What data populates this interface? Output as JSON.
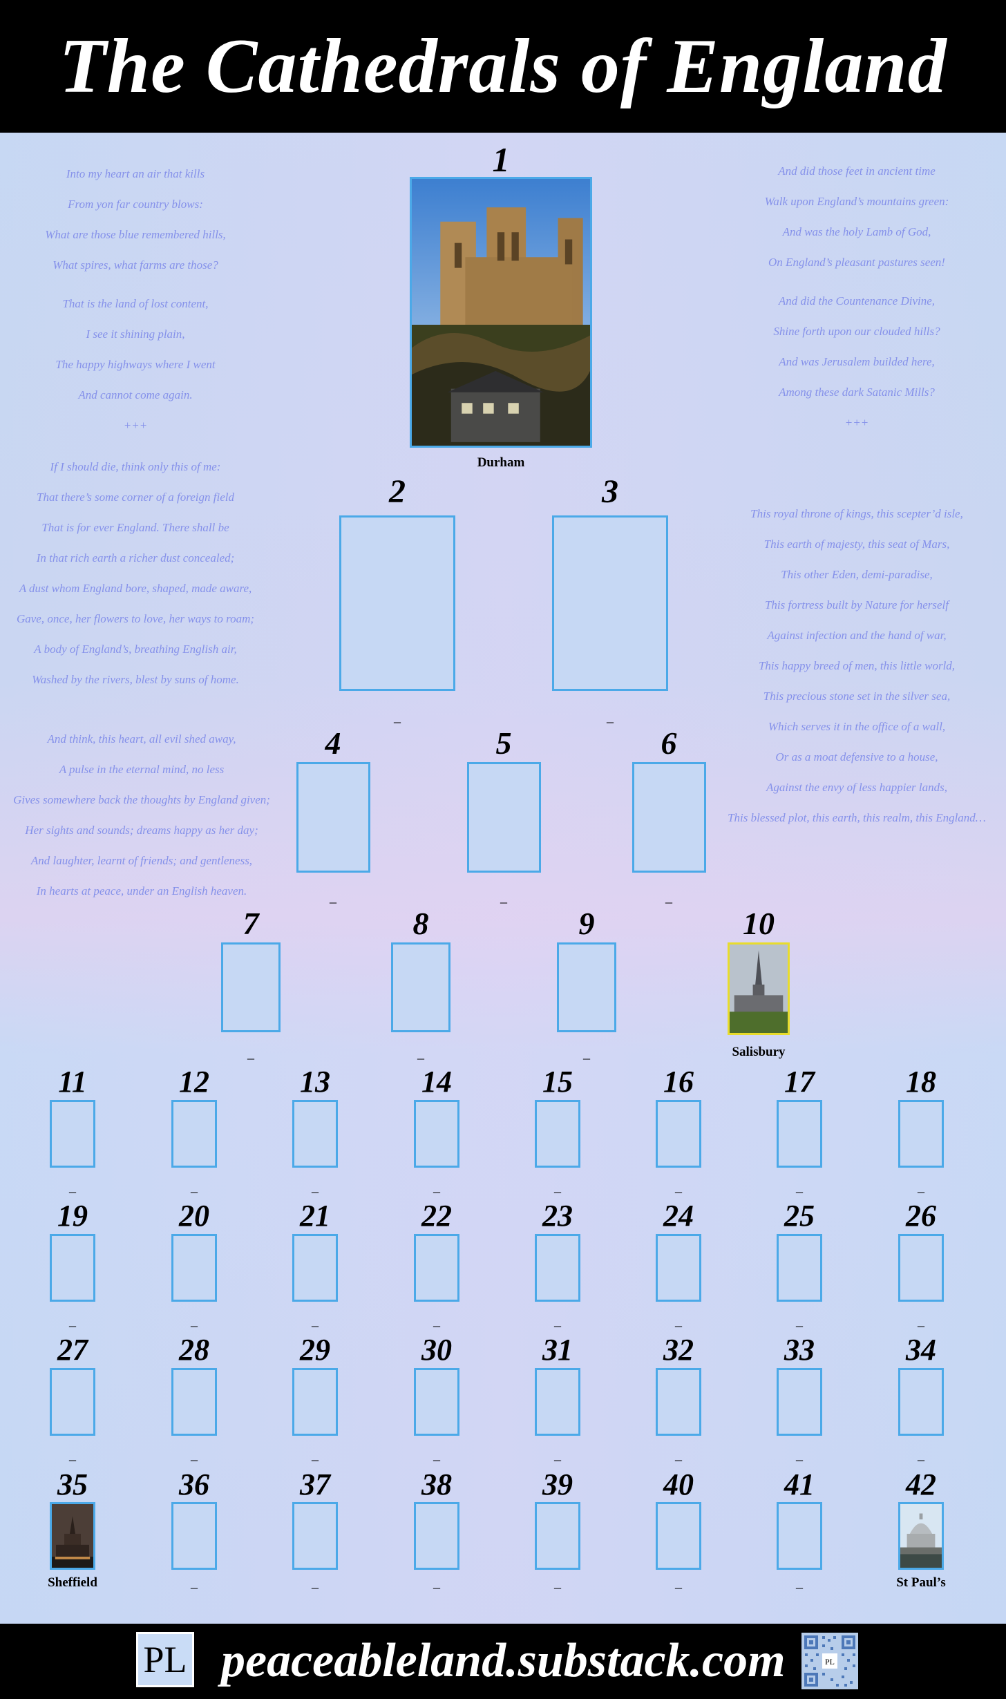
{
  "title": "The Cathedrals of England",
  "footer": {
    "logo_text": "PL",
    "url": "peaceableland.substack.com",
    "qr_label": "PL"
  },
  "poems": {
    "left_top": [
      "Into my heart an air that kills",
      "From yon far country blows:",
      "What are those blue remembered hills,",
      "What spires, what farms are those?"
    ],
    "left_mid": [
      "That is the land of lost content,",
      "I see it shining plain,",
      "The happy highways where I went",
      "And cannot come again.",
      "+++"
    ],
    "left_soldier": [
      "If I should die, think only this of me:",
      "That there’s some corner of a foreign field",
      "That is for ever England. There shall be",
      "In that rich earth a richer dust concealed;",
      "A dust whom England bore, shaped, made aware,",
      "Gave, once, her flowers to love, her ways to roam;",
      "A body of England’s, breathing English air,",
      "Washed by the rivers, blest by suns of home."
    ],
    "left_bottom": [
      "And think, this heart, all evil shed away,",
      "A pulse in the eternal mind, no less",
      "Gives somewhere back the thoughts by England given;",
      "Her sights and sounds; dreams happy as her day;",
      "And laughter, learnt of friends; and gentleness,",
      "In hearts at peace, under an English heaven."
    ],
    "right_top": [
      "And did those feet in ancient time",
      "Walk upon England’s mountains green:",
      "And was the holy Lamb of God,",
      "On England’s pleasant pastures seen!"
    ],
    "right_mid": [
      "And did the Countenance Divine,",
      "Shine forth upon our clouded hills?",
      "And was Jerusalem builded here,",
      "Among these dark Satanic Mills?",
      "+++"
    ],
    "right_bottom": [
      "This royal throne of kings, this scepter’d isle,",
      "This earth of majesty, this seat of Mars,",
      "This other Eden, demi-paradise,",
      "This fortress built by Nature for herself",
      "Against infection and the hand of war,",
      "This happy breed of men, this little world,",
      "This precious stone set in the silver sea,",
      "Which serves it in the office of a wall,",
      "Or as a moat defensive to a house,",
      "Against the envy of less happier lands,",
      "This blessed plot, this earth, this realm, this England…"
    ]
  },
  "slots": [
    {
      "number": "1",
      "caption": "Durham",
      "image": "durham-cathedral"
    },
    {
      "number": "2",
      "caption": "_"
    },
    {
      "number": "3",
      "caption": "_"
    },
    {
      "number": "4",
      "caption": "_"
    },
    {
      "number": "5",
      "caption": "_"
    },
    {
      "number": "6",
      "caption": "_"
    },
    {
      "number": "7",
      "caption": "_"
    },
    {
      "number": "8",
      "caption": "_"
    },
    {
      "number": "9",
      "caption": "_"
    },
    {
      "number": "10",
      "caption": "Salisbury",
      "image": "salisbury-cathedral"
    },
    {
      "number": "11",
      "caption": "_"
    },
    {
      "number": "12",
      "caption": "_"
    },
    {
      "number": "13",
      "caption": "_"
    },
    {
      "number": "14",
      "caption": "_"
    },
    {
      "number": "15",
      "caption": "_"
    },
    {
      "number": "16",
      "caption": "_"
    },
    {
      "number": "17",
      "caption": "_"
    },
    {
      "number": "18",
      "caption": "_"
    },
    {
      "number": "19",
      "caption": "_"
    },
    {
      "number": "20",
      "caption": "_"
    },
    {
      "number": "21",
      "caption": "_"
    },
    {
      "number": "22",
      "caption": "_"
    },
    {
      "number": "23",
      "caption": "_"
    },
    {
      "number": "24",
      "caption": "_"
    },
    {
      "number": "25",
      "caption": "_"
    },
    {
      "number": "26",
      "caption": "_"
    },
    {
      "number": "27",
      "caption": "_"
    },
    {
      "number": "28",
      "caption": "_"
    },
    {
      "number": "29",
      "caption": "_"
    },
    {
      "number": "30",
      "caption": "_"
    },
    {
      "number": "31",
      "caption": "_"
    },
    {
      "number": "32",
      "caption": "_"
    },
    {
      "number": "33",
      "caption": "_"
    },
    {
      "number": "34",
      "caption": "_"
    },
    {
      "number": "35",
      "caption": "Sheffield",
      "image": "sheffield-cathedral"
    },
    {
      "number": "36",
      "caption": "_"
    },
    {
      "number": "37",
      "caption": "_"
    },
    {
      "number": "38",
      "caption": "_"
    },
    {
      "number": "39",
      "caption": "_"
    },
    {
      "number": "40",
      "caption": "_"
    },
    {
      "number": "41",
      "caption": "_"
    },
    {
      "number": "42",
      "caption": "St Paul’s",
      "image": "st-pauls-cathedral"
    }
  ],
  "colors": {
    "slot_border": "#4ba9e8",
    "highlight_border": "#e8dc2c",
    "poem_text": "#8591ea"
  }
}
